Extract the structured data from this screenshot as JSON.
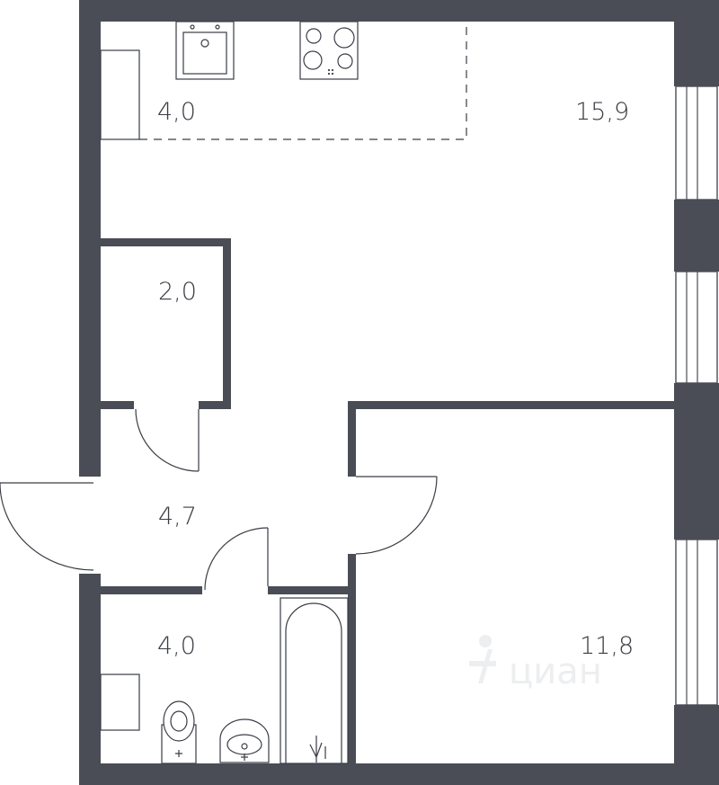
{
  "floor_plan": {
    "rooms": [
      {
        "id": "kitchen-zone",
        "area": "4,0"
      },
      {
        "id": "living-room",
        "area": "15,9"
      },
      {
        "id": "storage",
        "area": "2,0"
      },
      {
        "id": "hallway",
        "area": "4,7"
      },
      {
        "id": "bathroom",
        "area": "4,0"
      },
      {
        "id": "bedroom",
        "area": "11,8"
      }
    ],
    "watermark": "циан",
    "colors": {
      "wall": "#4a4d55",
      "line": "#3a3d45",
      "background": "#ffffff"
    }
  }
}
